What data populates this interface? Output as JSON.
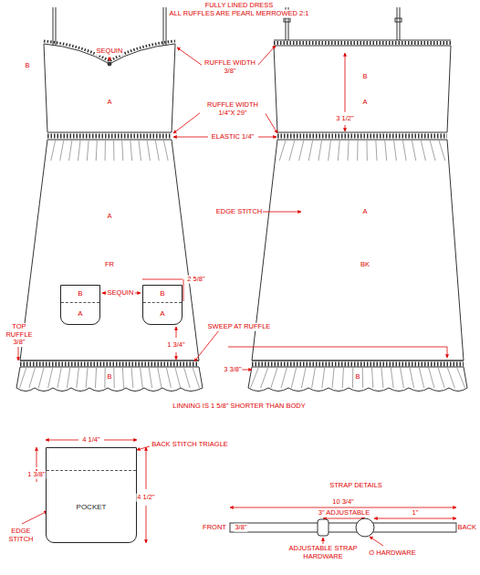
{
  "diagram": {
    "nodes": [
      {
        "text": [
          "B",
          "A"
        ]
      },
      {
        "text": [
          "B",
          "A"
        ]
      },
      {
        "text": [
          "POCKET"
        ]
      }
    ],
    "labels": [
      "FULLY LINED DRESS",
      "ALL RUFFLES ARE PEARL MERROWED 2:1",
      "B",
      "SEQUIN",
      "RUFFLE WIDTH 3/8\"",
      "A",
      "RUFFLE WIDTH 1/4\"X 29\"",
      "ELASTIC 1/4\"",
      "B",
      "3 1/2\"",
      "A",
      "A",
      "FR",
      "EDGE STITCH",
      "A",
      "BK",
      "SEQUIN",
      "2 5/8\"",
      "1 3/4\"",
      "SWEEP AT RUFFLE",
      "TOP RUFFLE 3/8\"",
      "3 3/8\"",
      "B",
      "B",
      "LINNING IS 1 5/8\" SHORTER THAN BODY",
      "4 1/4\"",
      "BACK STITCH TRIAGLE",
      "1 3/8\"",
      "4 1/2\"",
      "EDGE STITCH",
      "STRAP DETAILS",
      "10 3/4\"",
      "FRONT",
      "3/8\"",
      "3\" ADJUSTABLE",
      "1\"",
      "BACK",
      "ADJUSTABLE STRAP HARDWARE",
      "O HARDWARE"
    ]
  }
}
